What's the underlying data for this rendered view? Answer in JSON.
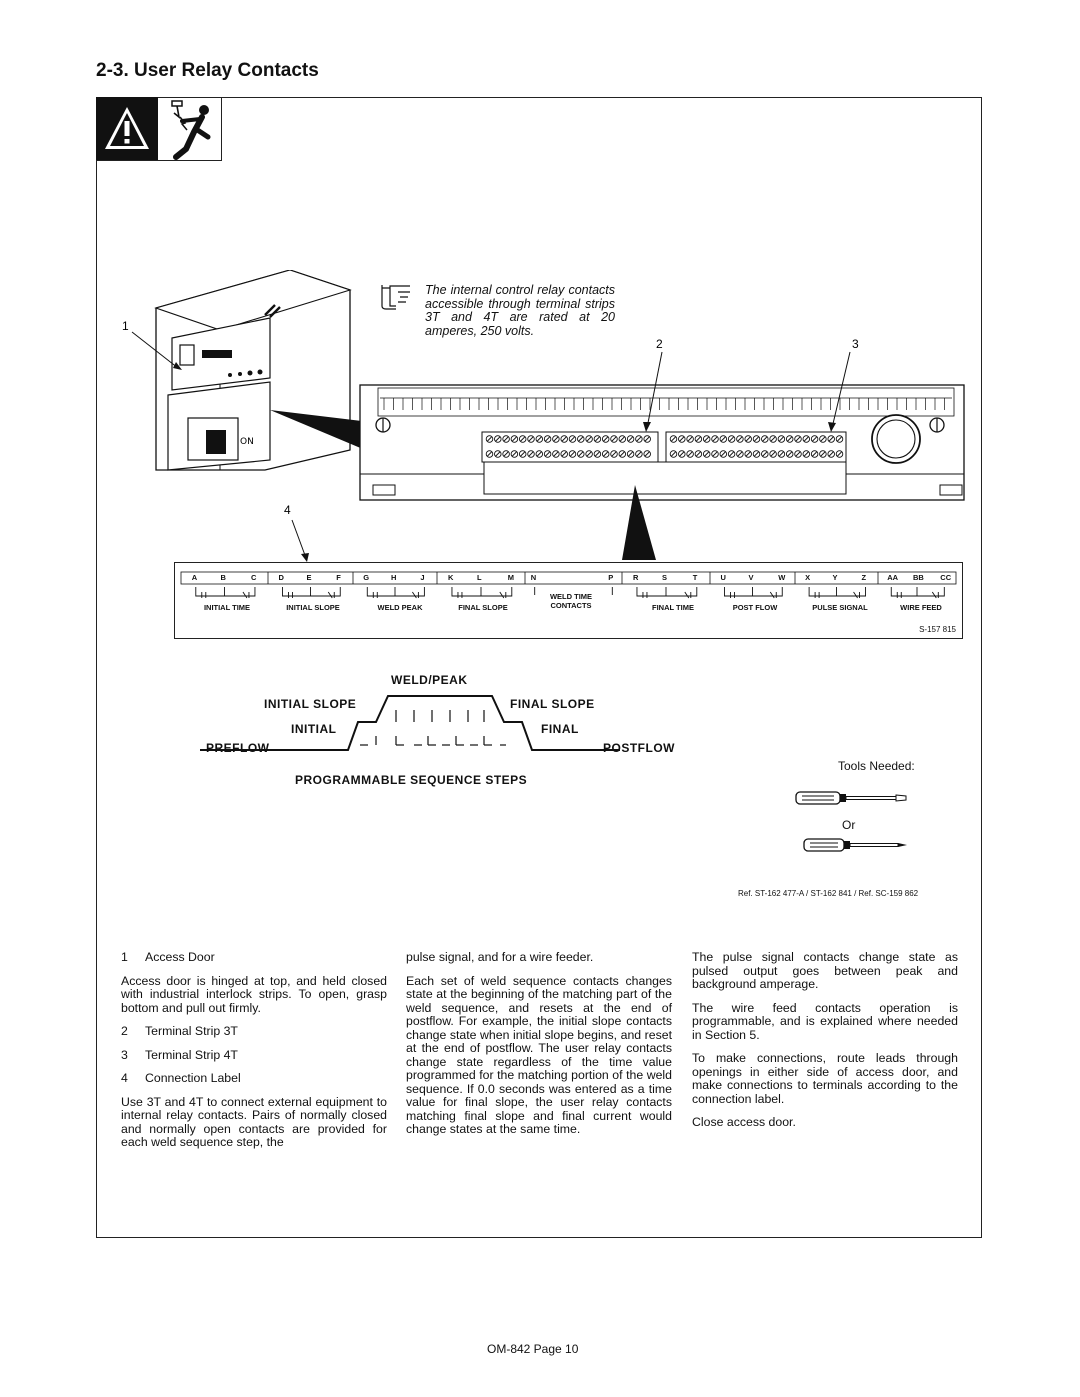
{
  "section_title": "2-3.   User Relay Contacts",
  "note_text": "The internal control relay contacts accessible through terminal strips 3T and 4T are rated at 20 amperes, 250 volts.",
  "callouts": [
    "1",
    "2",
    "3",
    "4"
  ],
  "connection_label": {
    "contacts": [
      "A",
      "B",
      "C",
      "D",
      "E",
      "F",
      "G",
      "H",
      "J",
      "K",
      "L",
      "M",
      "N",
      "P",
      "R",
      "S",
      "T",
      "U",
      "V",
      "W",
      "X",
      "Y",
      "Z",
      "AA",
      "BB",
      "CC"
    ],
    "groups": [
      "INITIAL TIME",
      "INITIAL SLOPE",
      "WELD PEAK",
      "FINAL SLOPE",
      "WELD TIME CONTACTS",
      "FINAL TIME",
      "POST FLOW",
      "PULSE SIGNAL",
      "WIRE FEED"
    ],
    "drawing_number": "S-157 815"
  },
  "sequence_diagram": {
    "weld_peak": "WELD/PEAK",
    "initial_slope": "INITIAL SLOPE",
    "final_slope": "FINAL SLOPE",
    "initial": "INITIAL",
    "final": "FINAL",
    "preflow": "PREFLOW",
    "postflow": "POSTFLOW",
    "caption": "PROGRAMMABLE SEQUENCE STEPS"
  },
  "tools": {
    "label": "Tools Needed:",
    "or": "Or"
  },
  "reference": "Ref. ST-162 477-A / ST-162 841 / Ref. SC-159 862",
  "col1": {
    "item1": {
      "num": "1",
      "label": "Access Door"
    },
    "p1": "Access door is hinged at top, and held closed with industrial interlock strips. To open, grasp bottom and pull out firmly.",
    "item2": {
      "num": "2",
      "label": "Terminal Strip 3T"
    },
    "item3": {
      "num": "3",
      "label": "Terminal Strip 4T"
    },
    "item4": {
      "num": "4",
      "label": "Connection Label"
    },
    "p2": "Use 3T and 4T to connect external equipment to internal relay contacts. Pairs of normally closed and normally open contacts are provided for each weld sequence step, the"
  },
  "col2": {
    "p1": "pulse signal, and for a wire feeder.",
    "p2": "Each set of weld sequence contacts changes state at the beginning of the matching part of the weld sequence, and resets at the end of postflow. For example, the initial slope contacts change state when initial slope begins, and reset at the end of postflow. The user relay contacts change state regardless of the time value programmed for the matching portion of the weld sequence. If 0.0 seconds was entered as a time value for final slope, the user relay contacts matching final slope and final current would change states at the same time."
  },
  "col3": {
    "p1": "The pulse signal contacts change state as pulsed output goes between peak and background amperage.",
    "p2": "The wire feed contacts operation is programmable, and is explained where needed in Section 5.",
    "p3": "To make connections, route leads through openings in either side of access door, and make connections to terminals according to the connection label.",
    "p4": "Close access door."
  },
  "footer": "OM-842 Page 10"
}
